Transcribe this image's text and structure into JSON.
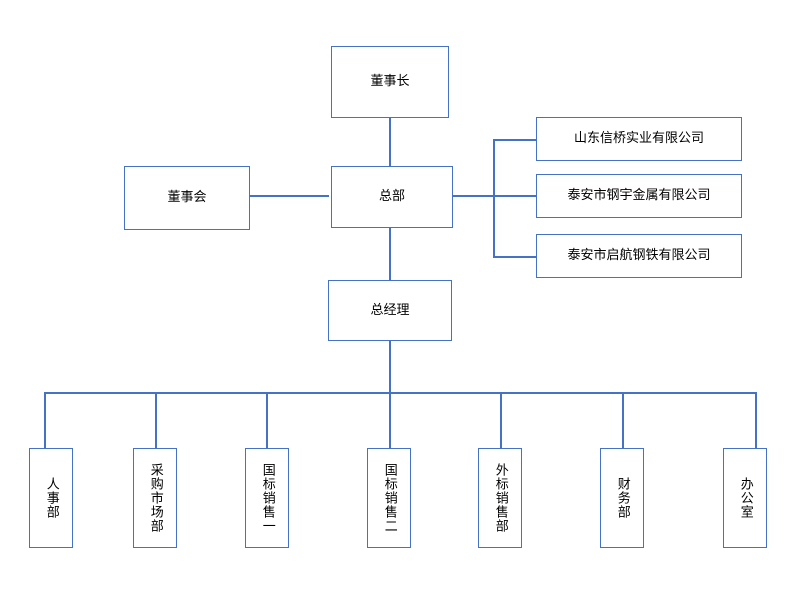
{
  "diagram": {
    "title_nodes": {
      "chairman": "董事长",
      "board": "董事会",
      "headquarters": "总部",
      "general_manager": "总经理"
    },
    "subsidiaries": [
      {
        "label": "山东信桥实业有限公司"
      },
      {
        "label": "泰安市钢宇金属有限公司"
      },
      {
        "label": "泰安市启航钢铁有限公司"
      }
    ],
    "departments": [
      {
        "label": "人事部"
      },
      {
        "label": "采购市场部"
      },
      {
        "label": "国标销售一"
      },
      {
        "label": "国标销售二"
      },
      {
        "label": "外标销售部"
      },
      {
        "label": "财务部"
      },
      {
        "label": "办公室"
      }
    ],
    "colors": {
      "line": "#4472c4",
      "border": "#4472c4",
      "background": "#ffffff",
      "text": "#000000"
    }
  }
}
